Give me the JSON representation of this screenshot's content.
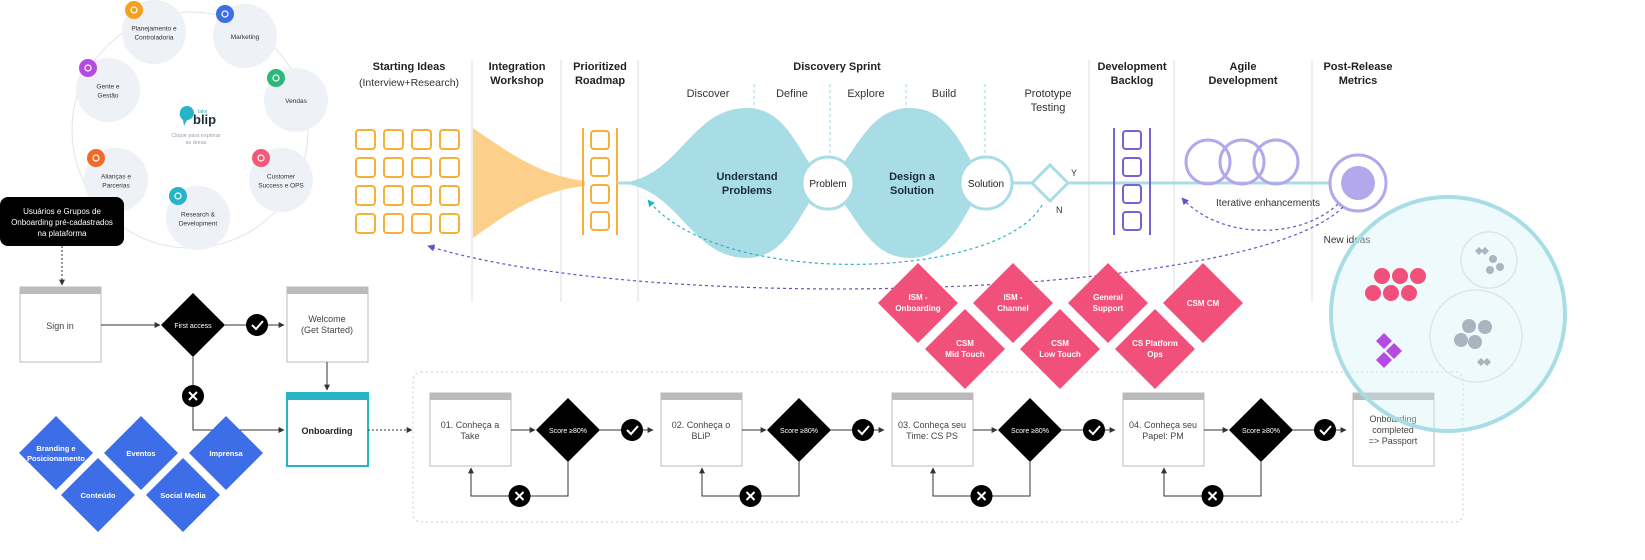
{
  "org_circle": {
    "logo_small": "take",
    "logo": "blip",
    "hint": [
      "Clique para explorar",
      "as áreas"
    ],
    "areas": [
      {
        "label": [
          "Planejamento e",
          "Controladoria"
        ],
        "color": "#f5a020",
        "icon": "dollar-icon"
      },
      {
        "label": [
          "Marketing"
        ],
        "color": "#3d6ee8",
        "icon": "megaphone-icon"
      },
      {
        "label": [
          "Vendas"
        ],
        "color": "#2bb87a",
        "icon": "chart-icon"
      },
      {
        "label": [
          "Customer",
          "Success e OPS"
        ],
        "color": "#f05a78",
        "icon": "support-icon"
      },
      {
        "label": [
          "Research &",
          "Development"
        ],
        "color": "#26b4c8",
        "icon": "flask-icon"
      },
      {
        "label": [
          "Alianças e",
          "Parcerias"
        ],
        "color": "#f26a2a",
        "icon": "handshake-icon"
      },
      {
        "label": [
          "Gente e",
          "Gestão"
        ],
        "color": "#b54ae0",
        "icon": "people-icon"
      }
    ]
  },
  "onboarding_flow": {
    "users_box": [
      "Usuários e Grupos de",
      "Onboarding pré-cadastrados",
      "na plataforma"
    ],
    "sign_in": "Sign in",
    "first_access": "First access",
    "welcome": [
      "Welcome",
      "(Get Started)"
    ],
    "onboarding": "Onboarding",
    "categories": [
      "Branding e Posicionamento",
      "Eventos",
      "Imprensa",
      "Conteúdo",
      "Social Media"
    ],
    "steps": [
      [
        "01. Conheça a",
        "Take"
      ],
      [
        "02. Conheça o",
        "BLiP"
      ],
      [
        "03. Conheça seu",
        "Time: CS PS"
      ],
      [
        "04. Conheça seu",
        "Papel: PM"
      ]
    ],
    "score_label": "Score ≥80%",
    "completed": [
      "Onboarding",
      "completed",
      "=> Passport"
    ]
  },
  "process": {
    "phases": [
      {
        "title": [
          "Starting Ideas"
        ],
        "subtitle": "(Interview+Research)"
      },
      {
        "title": [
          "Integration",
          "Workshop"
        ]
      },
      {
        "title": [
          "Prioritized",
          "Roadmap"
        ]
      },
      {
        "title": [
          "Discovery Sprint"
        ]
      },
      {
        "title": [
          "Development",
          "Backlog"
        ]
      },
      {
        "title": [
          "Agile",
          "Development"
        ]
      },
      {
        "title": [
          "Post-Release",
          "Metrics"
        ]
      }
    ],
    "sprint_steps": [
      "Discover",
      "Define",
      "Explore",
      "Build"
    ],
    "prototype_testing": [
      "Prototype",
      "Testing"
    ],
    "understand": [
      "Understand",
      "Problems"
    ],
    "problem": "Problem",
    "design": [
      "Design a",
      "Solution"
    ],
    "solution": "Solution",
    "yes": "Y",
    "no": "N",
    "iterative": "Iterative enhancements",
    "new_ideas": "New ideas"
  },
  "tags": [
    [
      "ISM -",
      "Onboarding"
    ],
    [
      "ISM -",
      "Channel"
    ],
    [
      "General",
      "Support"
    ],
    [
      "CSM CM"
    ],
    [
      "CSM",
      "Mid Touch"
    ],
    [
      "CSM",
      "Low Touch"
    ],
    [
      "CS Platform",
      "Ops"
    ]
  ],
  "colors": {
    "accent_teal": "#26b4c8",
    "tag_pink": "#f0507a",
    "blue": "#3d6ee8",
    "orange": "#f5b03c",
    "purple": "#7b5fd6",
    "light_blue": "#a8dde6",
    "lavender": "#b4a8ec"
  }
}
